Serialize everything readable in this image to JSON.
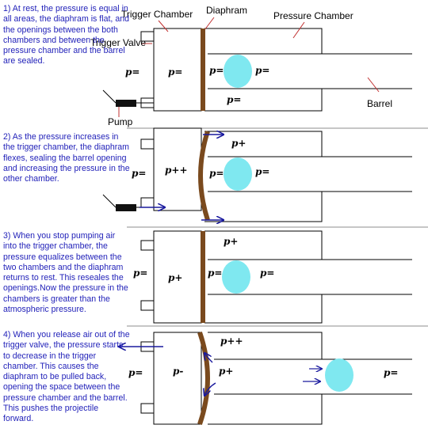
{
  "labels": {
    "trigger_chamber": "Trigger Chamber",
    "diaphram": "Diaphram",
    "pressure_chamber": "Pressure Chamber",
    "trigger_valve": "Trigger Valve",
    "pump": "Pump",
    "barrel": "Barrel"
  },
  "steps": [
    {
      "text": "1) At rest, the pressure is equal in all areas, the diaphram is flat, and the openings between the both chambers and between the pressure chamber and the barrel are sealed.",
      "pressures": {
        "valve": "p=",
        "trigger": "p=",
        "gap": "p=",
        "pressure_upper": "p=",
        "pressure_lower": "p="
      }
    },
    {
      "text": "2) As the pressure increases in the trigger chamber, the diaphram flexes, sealing the barrel opening and increasing the pressure in the other chamber.",
      "pressures": {
        "valve": "p=",
        "trigger": "p++",
        "pressure_upper": "p+",
        "gap": "p=",
        "barrel": "p="
      }
    },
    {
      "text": "3) When you stop pumping air into the trigger chamber, the pressure equalizes between the two chambers and the diaphram returns to rest. This reseales the openings.Now the pressure in the chambers is greater than the atmospheric pressure.",
      "pressures": {
        "valve": "p=",
        "trigger": "p+",
        "pressure_upper": "p+",
        "gap": "p=",
        "barrel": "p="
      }
    },
    {
      "text": "4) When you release air out of the trigger valve, the pressure starts to decrease in the trigger chamber. This causes the diaphram to be pulled back, opening the space between the pressure chamber and the barrel. This pushes the projectile forward.",
      "pressures": {
        "valve": "p=",
        "trigger": "p-",
        "pressure_upper": "p++",
        "gap": "p+",
        "barrel": "p="
      }
    }
  ],
  "colors": {
    "text_blue": "#1f1fb8",
    "diaphragm": "#7a4a1e",
    "projectile": "#7fe8f0",
    "arrow": "#1a1a9e",
    "divider": "#8c8c8c",
    "outline": "#000000"
  }
}
